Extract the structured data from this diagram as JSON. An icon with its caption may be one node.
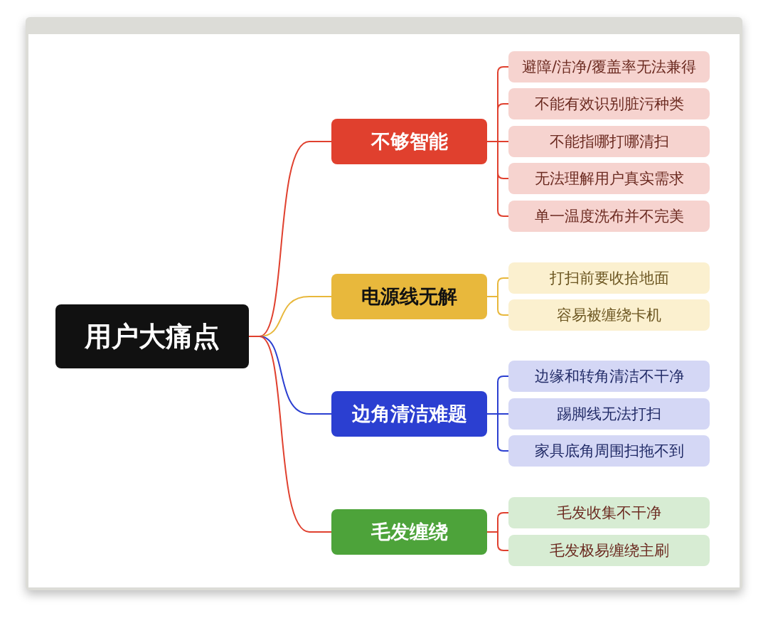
{
  "diagram": {
    "nodes": [
      {
        "text": [
          "用户大痛点"
        ]
      },
      {
        "text": [
          "不够智能"
        ]
      },
      {
        "text": [
          "避障/洁净/覆盖率无法兼得"
        ]
      },
      {
        "text": [
          "不能有效识别脏污种类"
        ]
      },
      {
        "text": [
          "不能指哪打哪清扫"
        ]
      },
      {
        "text": [
          "无法理解用户真实需求"
        ]
      },
      {
        "text": [
          "单一温度洗布并不完美"
        ]
      },
      {
        "text": [
          "电源线无解"
        ]
      },
      {
        "text": [
          "打扫前要收拾地面"
        ]
      },
      {
        "text": [
          "容易被缠绕卡机"
        ]
      },
      {
        "text": [
          "边角清洁难题"
        ]
      },
      {
        "text": [
          "边缘和转角清洁不干净"
        ]
      },
      {
        "text": [
          "踢脚线无法打扫"
        ]
      },
      {
        "text": [
          "家具底角周围扫拖不到"
        ]
      },
      {
        "text": [
          "毛发缠绕"
        ]
      },
      {
        "text": [
          "毛发收集不干净"
        ]
      },
      {
        "text": [
          "毛发极易缠绕主刷"
        ]
      }
    ],
    "edges": [
      {
        "from": 0,
        "to": 1,
        "arrow": "none"
      },
      {
        "from": 1,
        "to": 2,
        "arrow": "none"
      },
      {
        "from": 1,
        "to": 3,
        "arrow": "none"
      },
      {
        "from": 1,
        "to": 4,
        "arrow": "none"
      },
      {
        "from": 1,
        "to": 5,
        "arrow": "none"
      },
      {
        "from": 1,
        "to": 6,
        "arrow": "none"
      },
      {
        "from": 0,
        "to": 7,
        "arrow": "none",
        "color": "#e8b83c"
      },
      {
        "from": 7,
        "to": 8,
        "arrow": "none",
        "color": "#e8b83c"
      },
      {
        "from": 7,
        "to": 9,
        "arrow": "none",
        "color": "#e8b83c"
      },
      {
        "from": 0,
        "to": 10,
        "arrow": "none",
        "color": "#2b3fd1"
      },
      {
        "from": 10,
        "to": 11,
        "arrow": "none",
        "color": "#2b3fd1"
      },
      {
        "from": 10,
        "to": 12,
        "arrow": "none",
        "color": "#2b3fd1"
      },
      {
        "from": 10,
        "to": 13,
        "arrow": "none",
        "color": "#2b3fd1"
      },
      {
        "from": 0,
        "to": 14,
        "arrow": "none"
      },
      {
        "from": 14,
        "to": 15,
        "arrow": "none"
      },
      {
        "from": 14,
        "to": 16,
        "arrow": "none"
      }
    ]
  }
}
